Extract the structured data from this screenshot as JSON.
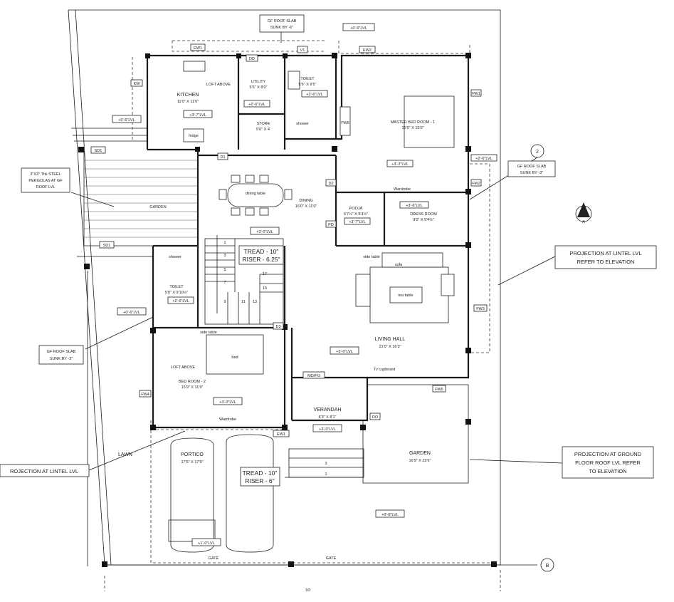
{
  "rooms": {
    "kitchen": {
      "name": "KITCHEN",
      "size": "11'0\" X 11'0\""
    },
    "utility": {
      "name": "UTILITY",
      "size": "5'6\" X 8'0\""
    },
    "toilet1": {
      "name": "TOILET",
      "size": "5'6\" X 9'5\""
    },
    "master": {
      "name": "MASTER BED ROOM - 1",
      "size": "15'0\" X 15'0\""
    },
    "store": {
      "name": "STORE",
      "size": "5'6\" X 4'"
    },
    "dining": {
      "name": "DINING",
      "size": "16'0\" X 11'0\""
    },
    "pooja": {
      "name": "POOJA",
      "size": "6'7½\" X 5'4½\""
    },
    "dress": {
      "name": "DRESS ROOM",
      "size": "9'0\" X 5'4½\""
    },
    "toilet2": {
      "name": "TOILET",
      "size": "5'0\" X 9'10½\""
    },
    "living": {
      "name": "LIVING HALL",
      "size": "21'0\" X 16'3\""
    },
    "bed2": {
      "name": "BED ROOM - 2",
      "size": "15'9\" X 11'9\""
    },
    "verandah": {
      "name": "VERANDAH",
      "size": "8'3\" X 8'1\""
    },
    "portico": {
      "name": "PORTICO",
      "size": "17'6\" X 17'9\""
    },
    "garden": {
      "name": "GARDEN",
      "size": "16'9\" X 23'6\""
    },
    "garden_left": {
      "name": "GARDEN"
    },
    "lawn": {
      "name": "LAWN"
    }
  },
  "levels": {
    "top_right": "+0'-6\"LVL",
    "kitchen": "+3'-7\"LVL",
    "kitchen_left": "+0'-6\"LVL",
    "utility": "+2'-6\"LVL",
    "toilet1": "+2'-6\"LVL",
    "master": "+3'-2\"LVL",
    "master_side": "+2'-6\"LVL",
    "dining": "+3'-0\"LVL",
    "pooja": "+3'-7\"LVL",
    "dress": "+3'-6\"LVL",
    "toilet2": "+2'-6\"LVL",
    "bed2_left": "+0'-6\"LVL",
    "living": "+3'-0\"LVL",
    "bed2": "+3'-0\"LVL",
    "verandah": "+3'-0\"LVL",
    "portico": "+1'-0\"LVL",
    "garden_bottom": "+0'-6\"LVL"
  },
  "callouts": {
    "gf_roof_top": [
      "GF ROOF SLAB",
      "SUNK BY -6\""
    ],
    "pergolas": [
      "3\"X3\" Thk STEEL",
      "PERGOLAS AT GF",
      "ROOF LVL"
    ],
    "gf_roof_right": [
      "GF ROOF SLAB",
      "SUNK BY -3\""
    ],
    "projection_lintel_right": [
      "PROJECTION AT LINTEL LVL",
      "REFER TO ELEVATION"
    ],
    "gf_roof_left": [
      "GF ROOF SLAB",
      "SUNK BY -3\""
    ],
    "projection_lintel_left": [
      "ROJECTION AT LINTEL LVL"
    ],
    "projection_ground": [
      "PROJECTION AT GROUND",
      "FLOOR ROOF LVL REFER",
      "TO ELEVATION"
    ]
  },
  "stairs": {
    "tread1": "TREAD - 10\"",
    "riser1": "RISER - 6.25\"",
    "tread2": "TREAD - 10\"",
    "riser2": "RISER - 6\"",
    "steps_top": [
      "1",
      "3",
      "5",
      "7",
      "9",
      "11",
      "13",
      "15",
      "17"
    ],
    "steps_front": [
      "3",
      "1"
    ]
  },
  "tags": {
    "ew_top": "EW1",
    "ew2": "EW2",
    "dd": "DD",
    "v1": "V1",
    "d1": "D1",
    "d2": "D2",
    "d3": "D3",
    "fw1": "FW1",
    "fw2": "FW2",
    "fw3": "FW3",
    "fw4": "FW4",
    "fw5": "FW5",
    "fw6": "FW6",
    "sd1": "SD1",
    "sd2": "SD1",
    "pd": "PD",
    "md": "MD/FG",
    "ew_portico": "EW1",
    "do": "DO",
    "kw": "KW"
  },
  "furniture": {
    "dining_table": "dining table",
    "sofa": "sofa",
    "tea_table": "tea table",
    "side_table": "side table",
    "bed": "bed",
    "shower": "shower",
    "loft": "LOFT ABOVE",
    "fridge": "fridge",
    "tv": "Tv cupboard",
    "wardrobe": "Wardrobe",
    "gate": "GATE"
  },
  "markers": {
    "grid2": "2",
    "gridB": "B",
    "north": "A"
  },
  "dimension": "50'"
}
